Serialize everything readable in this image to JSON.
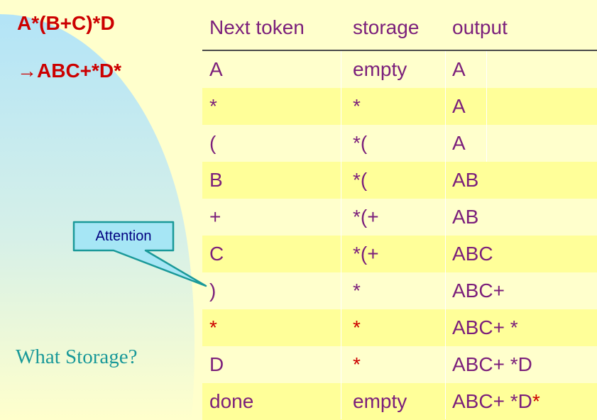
{
  "expression": "A*(B+C)*D",
  "result": "→ABC+*D*",
  "question": "What Storage?",
  "callout": "Attention",
  "headers": {
    "next_token": "Next token",
    "storage": "storage",
    "output": "output"
  },
  "rows": [
    {
      "token": "A",
      "storage": "empty",
      "output": "A"
    },
    {
      "token": "*",
      "storage": "*",
      "output": "A"
    },
    {
      "token": "(",
      "storage": "*(",
      "output": "A"
    },
    {
      "token": "B",
      "storage": "*(",
      "output": "AB"
    },
    {
      "token": "+",
      "storage": "*(+",
      "output": "AB"
    },
    {
      "token": "C",
      "storage": "*(+",
      "output": "ABC"
    },
    {
      "token": ")",
      "storage": "*",
      "output": "ABC+"
    },
    {
      "token": "*",
      "storage": "*",
      "output": "ABC+ *"
    },
    {
      "token": "D",
      "storage": "*",
      "output": "ABC+ *D"
    },
    {
      "token": "done",
      "storage": "empty",
      "output": "ABC+ *D",
      "output_suffix": "*"
    }
  ],
  "colors": {
    "background": "#FFFFCC",
    "band": "#FFFF99",
    "text": "#7B1F7B",
    "accent_red": "#CC0000",
    "callout_fill": "#A6E6F5",
    "callout_border": "#1A9999",
    "question_text": "#1A9999"
  }
}
